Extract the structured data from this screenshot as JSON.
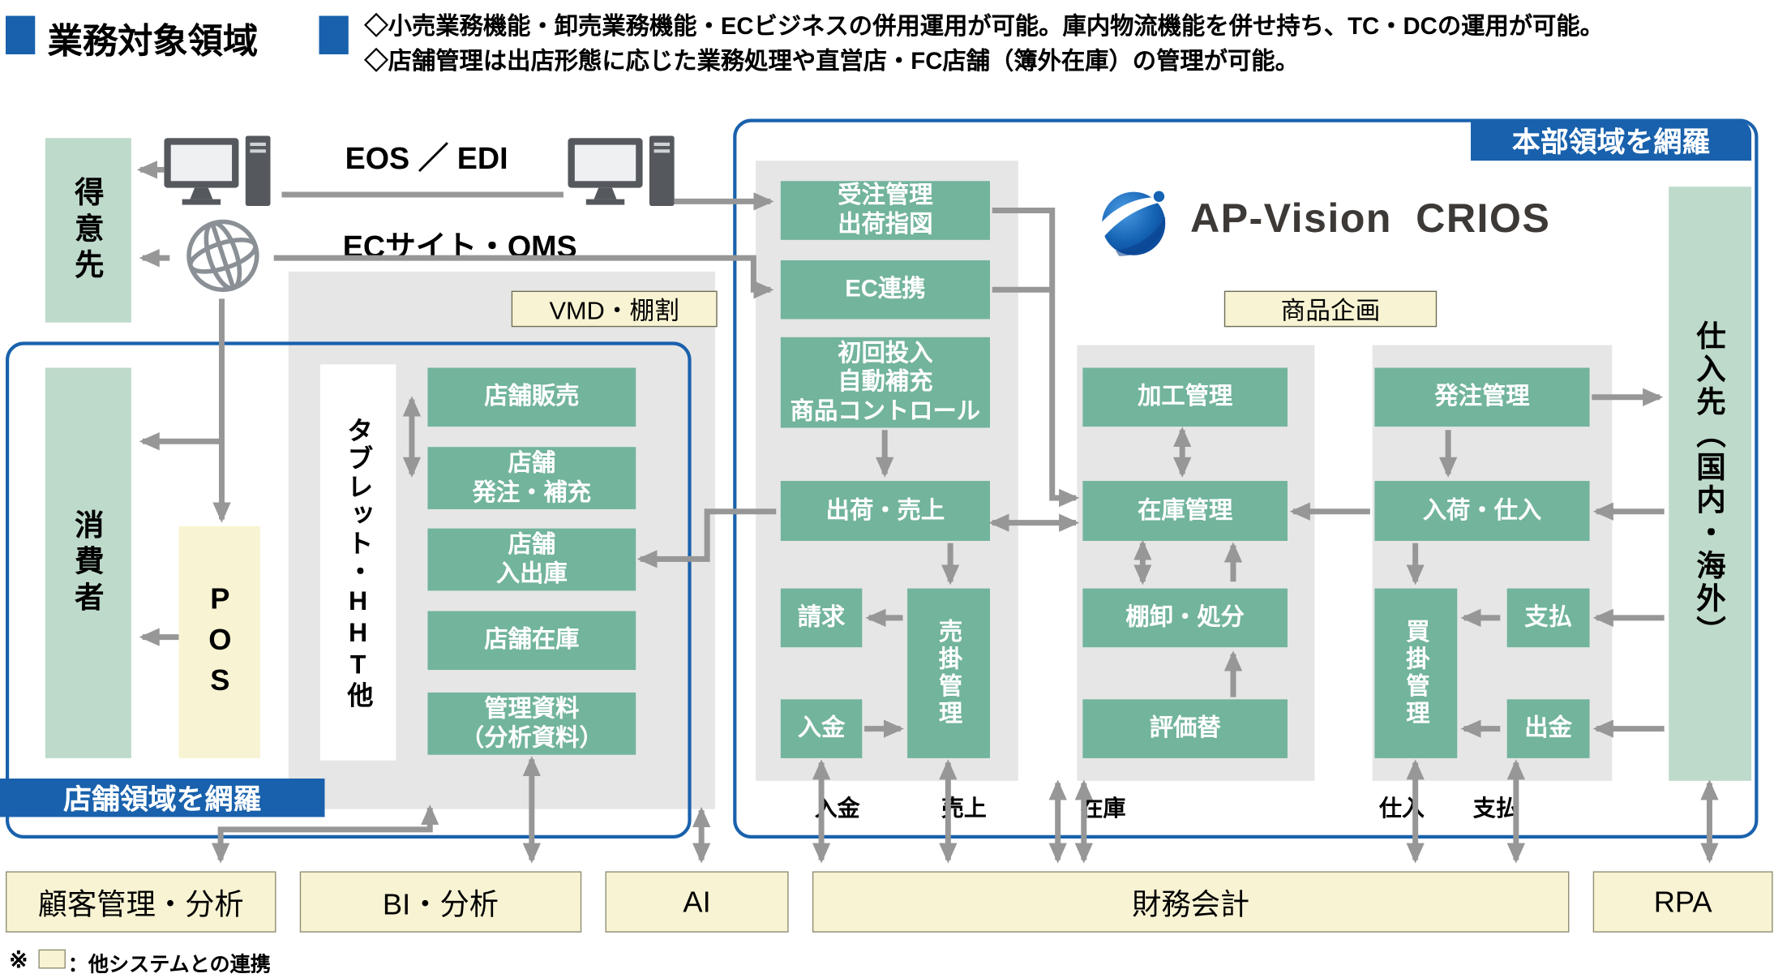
{
  "header": {
    "title": "業務対象領域",
    "desc1": "◇小売業務機能・卸売業務機能・ECビジネスの併用運用が可能。庫内物流機能を併せ持ち、TC・DCの運用が可能。",
    "desc2": "◇店舗管理は出店形態に応じた業務処理や直営店・FC店舗（簿外在庫）の管理が可能。"
  },
  "labels": {
    "eos_edi": "EOS ／ EDI",
    "ec_oms": "ECサイト・OMS",
    "tokuisaki": "得意先",
    "shohisha": "消費者",
    "pos": "POS",
    "tablet": "タブレット・HHT他",
    "shiiresaki": "仕入先（国内・海外）",
    "vmd": "VMD・棚割",
    "shohin_kikaku": "商品企画",
    "store_domain": "店舗領域を網羅",
    "hq_domain": "本部領域を網羅",
    "logo": "AP-Vision CRIOS"
  },
  "store_boxes": [
    "店舗販売",
    "店舗\n発注・補充",
    "店舗\n入出庫",
    "店舗在庫",
    "管理資料\n（分析資料）"
  ],
  "hq_sales": {
    "juchu": "受注管理\n出荷指図",
    "ec": "EC連携",
    "shokai": "初回投入\n自動補充\n商品コントロール",
    "shukka": "出荷・売上",
    "seikyu": "請求",
    "nyukin": "入金",
    "urikake": "売掛管理"
  },
  "hq_inventory": {
    "kako": "加工管理",
    "zaiko": "在庫管理",
    "tanaoroshi": "棚卸・処分",
    "hyokagae": "評価替"
  },
  "hq_purchase": {
    "hachu": "発注管理",
    "nyuka": "入荷・仕入",
    "kaikake": "買掛管理",
    "shiharai": "支払",
    "shukkin": "出金"
  },
  "flow_labels": [
    "入金",
    "売上",
    "在庫",
    "仕入",
    "支払"
  ],
  "bottom_row": [
    "顧客管理・分析",
    "BI・分析",
    "AI",
    "財務会計",
    "RPA"
  ],
  "footnote": {
    "mark": "※",
    "text": "：他システムとの連携"
  },
  "colors": {
    "accent_blue": "#1961ac",
    "box_green": "#72b49c",
    "pale_green": "#bedacb",
    "cream": "#f8f4d3",
    "gray_panel": "#e6e6e6",
    "arrow": "#979797"
  }
}
